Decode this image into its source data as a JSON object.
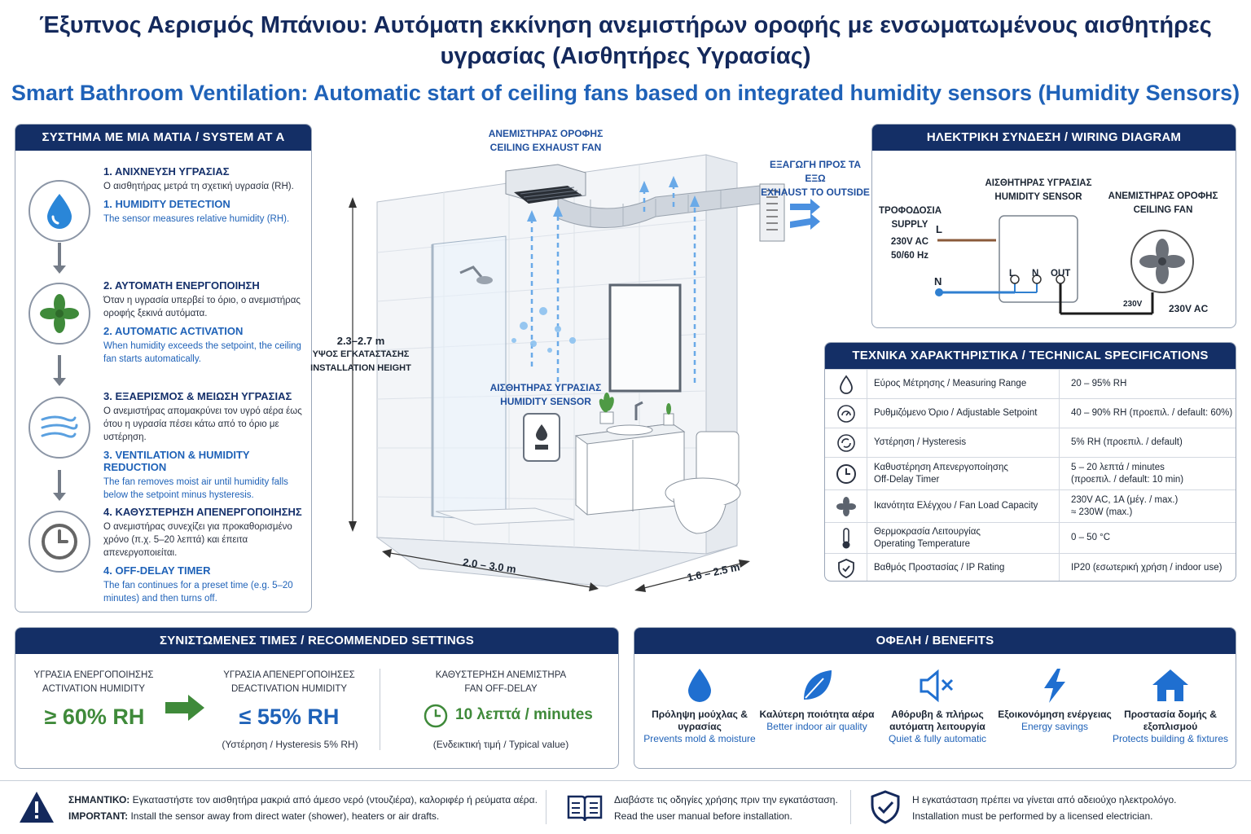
{
  "title": {
    "greek": "Έξυπνος Αερισμός Μπάνιου: Αυτόματη εκκίνηση ανεμιστήρων οροφής με ενσωματωμένους αισθητήρες υγρασίας (Αισθητήρες Υγρασίας)",
    "english": "Smart Bathroom Ventilation: Automatic start of ceiling fans based on integrated humidity sensors (Humidity Sensors)"
  },
  "glance": {
    "header": "ΣΥΣΤΗΜΑ ΜΕ ΜΙΑ ΜΑΤΙΑ / SYSTEM AT A GLANCE",
    "steps": [
      {
        "icon": "water-drop-icon",
        "gr_title": "1. ΑΝΙΧΝΕΥΣΗ ΥΓΡΑΣΙΑΣ",
        "gr_text": "Ο αισθητήρας μετρά τη σχετική υγρασία (RH).",
        "en_title": "1. HUMIDITY DETECTION",
        "en_text": "The sensor measures relative humidity (RH)."
      },
      {
        "icon": "fan-icon",
        "gr_title": "2. ΑΥΤΟΜΑΤΗ ΕΝΕΡΓΟΠΟΙΗΣΗ",
        "gr_text": "Όταν η υγρασία υπερβεί το όριο, ο ανεμιστήρας οροφής ξεκινά αυτόματα.",
        "en_title": "2. AUTOMATIC ACTIVATION",
        "en_text": "When humidity exceeds the setpoint, the ceiling fan starts automatically."
      },
      {
        "icon": "airflow-icon",
        "gr_title": "3. ΕΞΑΕΡΙΣΜΟΣ & ΜΕΙΩΣΗ ΥΓΡΑΣΙΑΣ",
        "gr_text": "Ο ανεμιστήρας απομακρύνει τον υγρό αέρα έως ότου η υγρασία πέσει κάτω από το όριο με υστέρηση.",
        "en_title": "3. VENTILATION & HUMIDITY REDUCTION",
        "en_text": "The fan removes moist air until humidity falls below the setpoint minus hysteresis."
      },
      {
        "icon": "clock-icon",
        "gr_title": "4. ΚΑΘΥΣΤΕΡΗΣΗ ΑΠΕΝΕΡΓΟΠΟΙΗΣΗΣ",
        "gr_text": "Ο ανεμιστήρας συνεχίζει για προκαθορισμένο χρόνο (π.χ. 5–20 λεπτά) και έπειτα απενεργοποιείται.",
        "en_title": "4. OFF-DELAY TIMER",
        "en_text": "The fan continues for a preset time (e.g. 5–20 minutes) and then turns off."
      }
    ]
  },
  "scene": {
    "fan_label_gr": "ΑΝΕΜΙΣΤΗΡΑΣ ΟΡΟΦΗΣ",
    "fan_label_en": "CEILING EXHAUST FAN",
    "exhaust_gr": "ΕΞΑΓΩΓΗ ΠΡΟΣ ΤΑ ΕΞΩ",
    "exhaust_en": "EXHAUST TO OUTSIDE",
    "height_value": "2.3–2.7 m",
    "height_gr": "ΥΨΟΣ ΕΓΚΑΤΑΣΤΑΣΗΣ",
    "height_en": "INSTALLATION HEIGHT",
    "sensor_gr": "ΑΙΣΘΗΤΗΡΑΣ ΥΓΡΑΣΙΑΣ",
    "sensor_en": "HUMIDITY SENSOR",
    "width_dim": "2.0 – 3.0 m",
    "depth_dim": "1.6 – 2.5 m"
  },
  "wiring": {
    "header": "ΗΛΕΚΤΡΙΚΗ ΣΥΝΔΕΣΗ / WIRING DIAGRAM",
    "supply_gr": "ΤΡΟΦΟΔΟΣΙΑ",
    "supply_en": "SUPPLY",
    "supply_v": "230V AC",
    "supply_hz": "50/60 Hz",
    "sensor_gr": "ΑΙΣΘΗΤΗΡΑΣ ΥΓΡΑΣΙΑΣ",
    "sensor_en": "HUMIDITY SENSOR",
    "fan_gr": "ΑΝΕΜΙΣΤΗΡΑΣ ΟΡΟΦΗΣ",
    "fan_en": "CEILING FAN",
    "term_l": "L",
    "term_n": "N",
    "term_out": "OUT",
    "line_l": "L",
    "line_n": "N",
    "out_v": "230V",
    "fan_v": "230V AC",
    "colors": {
      "live": "#8a5a3a",
      "neutral": "#2f7fd0",
      "out": "#1b1b1b"
    }
  },
  "specs": {
    "header": "ΤΕΧΝΙΚΑ ΧΑΡΑΚΤΗΡΙΣΤΙΚΑ / TECHNICAL SPECIFICATIONS",
    "rows": [
      {
        "icon": "drop-outline-icon",
        "label": "Εύρος Μέτρησης / Measuring Range",
        "value": "20 – 95% RH"
      },
      {
        "icon": "setpoint-dial-icon",
        "label": "Ρυθμιζόμενο Όριο / Adjustable Setpoint",
        "value": "40 – 90% RH (προεπιλ. / default: 60%)"
      },
      {
        "icon": "hysteresis-icon",
        "label": "Υστέρηση / Hysteresis",
        "value": "5% RH (προεπιλ. / default)"
      },
      {
        "icon": "timer-icon",
        "label": "Καθυστέρηση Απενεργοποίησης\nOff-Delay Timer",
        "value": "5 – 20 λεπτά / minutes\n(προεπιλ. / default: 10 min)"
      },
      {
        "icon": "fan-small-icon",
        "label": "Ικανότητα Ελέγχου / Fan Load Capacity",
        "value": "230V AC, 1A (μέγ. / max.)\n≈ 230W (max.)"
      },
      {
        "icon": "thermometer-icon",
        "label": "Θερμοκρασία Λειτουργίας\nOperating Temperature",
        "value": "0 – 50 °C"
      },
      {
        "icon": "shield-check-icon",
        "label": "Βαθμός Προστασίας / IP Rating",
        "value": "IP20 (εσωτερική χρήση / indoor use)"
      }
    ]
  },
  "recommended": {
    "header": "ΣΥΝΙΣΤΩΜΕΝΕΣ ΤΙΜΕΣ / RECOMMENDED SETTINGS",
    "activation_gr": "ΥΓΡΑΣΙΑ ΕΝΕΡΓΟΠΟΙΗΣΗΣ",
    "activation_en": "ACTIVATION HUMIDITY",
    "activation_value": "≥ 60% RH",
    "deactivation_gr": "ΥΓΡΑΣΙΑ ΑΠΕΝΕΡΓΟΠΟΙΗΣΕΣ",
    "deactivation_en": "DEACTIVATION HUMIDITY",
    "deactivation_value": "≤ 55% RH",
    "deactivation_note": "(Υστέρηση / Hysteresis 5% RH)",
    "delay_gr": "ΚΑΘΥΣΤΕΡΗΣΗ ΑΝΕΜΙΣΤΗΡΑ",
    "delay_en": "FAN OFF-DELAY",
    "delay_value": "10 λεπτά / minutes",
    "delay_note": "(Ενδεικτική τιμή / Typical value)",
    "colors": {
      "green": "#3f8a3a",
      "blue": "#1f62b8"
    }
  },
  "benefits": {
    "header": "ΟΦΕΛΗ / BENEFITS",
    "items": [
      {
        "icon": "drop-icon",
        "gr": "Πρόληψη μούχλας & υγρασίας",
        "en": "Prevents mold & moisture"
      },
      {
        "icon": "leaf-icon",
        "gr": "Καλύτερη ποιότητα αέρα",
        "en": "Better indoor air quality"
      },
      {
        "icon": "mute-speaker-icon",
        "gr": "Αθόρυβη & πλήρως αυτόματη λειτουργία",
        "en": "Quiet & fully automatic"
      },
      {
        "icon": "lightning-icon",
        "gr": "Εξοικονόμηση ενέργειας",
        "en": "Energy savings"
      },
      {
        "icon": "house-icon",
        "gr": "Προστασία δομής & εξοπλισμού",
        "en": "Protects building & fixtures"
      }
    ]
  },
  "footer": {
    "important_gr_label": "ΣΗΜΑΝΤΙΚΟ:",
    "important_gr": "Εγκαταστήστε τον αισθητήρα μακριά από άμεσο νερό (ντουζιέρα), καλοριφέρ ή ρεύματα αέρα.",
    "important_en_label": "IMPORTANT:",
    "important_en": "Install the sensor away from direct water (shower), heaters or air drafts.",
    "manual_gr": "Διαβάστε τις οδηγίες χρήσης πριν την εγκατάσταση.",
    "manual_en": "Read the user manual before installation.",
    "electrician_gr": "Η εγκατάσταση πρέπει να γίνεται από αδειούχο ηλεκτρολόγο.",
    "electrician_en": "Installation must be performed by a licensed electrician."
  }
}
